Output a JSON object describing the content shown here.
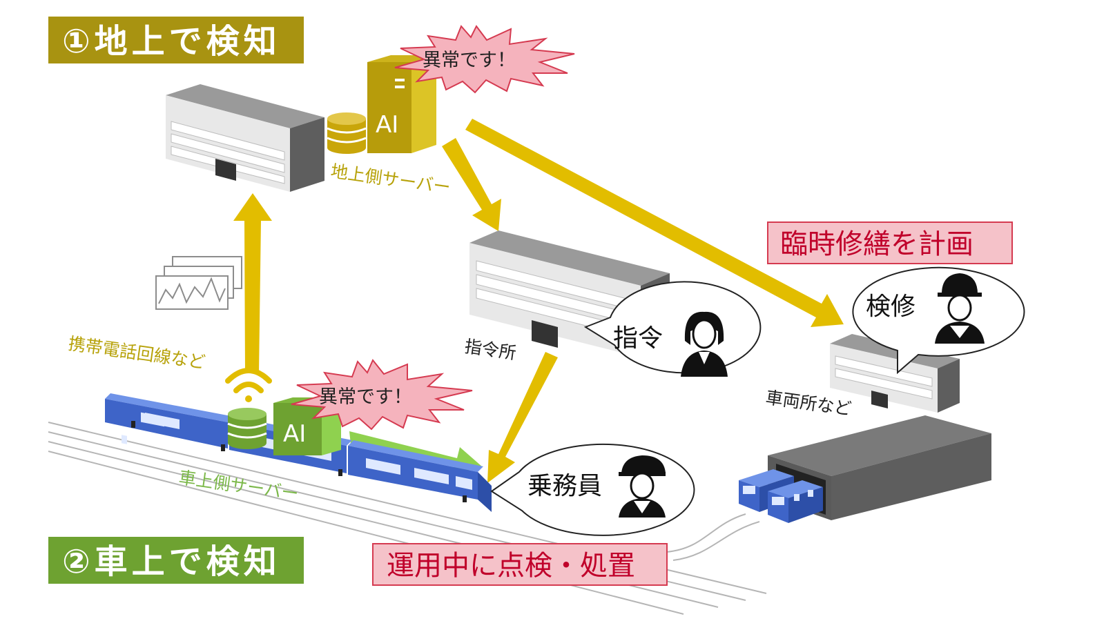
{
  "banners": {
    "ground": "①地上で検知",
    "onboard": "②車上で検知"
  },
  "actions": {
    "repair_plan": "臨時修繕を計画",
    "inspect": "運用中に点検・処置"
  },
  "bursts": {
    "ground": "異常です！",
    "onboard": "異常です！"
  },
  "labels": {
    "ground_server": "地上側サーバー",
    "onboard_server": "車上側サーバー",
    "command_center": "指令所",
    "depot": "車両所など",
    "network": "携帯電話回線など"
  },
  "bubbles": {
    "command": "指令",
    "maintenance": "検修",
    "crew": "乗務員"
  },
  "servers": {
    "ground_ai": "AI",
    "onboard_ai": "AI"
  },
  "colors": {
    "ground_banner": "#a89311",
    "onboard_banner": "#6ea231",
    "gold_arrow": "#e2bd00",
    "green_arrow": "#8fd14f",
    "alert_fill": "#f5b3bd",
    "alert_text": "#c0002a",
    "train_blue": "#3e64c8"
  },
  "icons": {
    "operator": "woman-person-icon",
    "worker": "hardhat-worker-icon",
    "conductor": "conductor-person-icon",
    "signal": "wifi-signal-icon",
    "waveform": "waveform-chart-icon",
    "database": "database-icon"
  }
}
